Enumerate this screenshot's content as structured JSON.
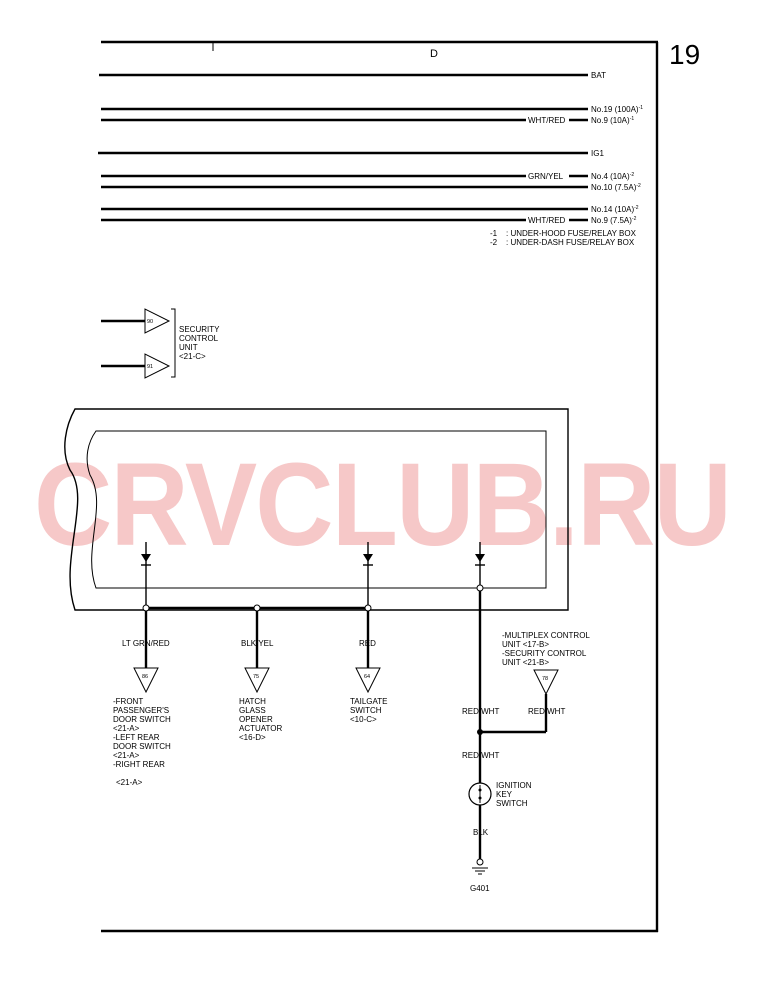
{
  "page": {
    "number": "19",
    "column_letter": "D",
    "column_marker": "I"
  },
  "watermark": "CRVCLUB.RU",
  "power_rails": [
    {
      "label": "BAT",
      "wire_color": "",
      "sup": ""
    },
    {
      "label": "No.19 (100A)",
      "wire_color": "",
      "sup": "-1"
    },
    {
      "label": "No.9 (10A)",
      "wire_color": "WHT/RED",
      "sup": "-1"
    },
    {
      "label": "IG1",
      "wire_color": "",
      "sup": ""
    },
    {
      "label": "No.4 (10A)",
      "wire_color": "GRN/YEL",
      "sup": "-2"
    },
    {
      "label": "No.10 (7.5A)",
      "wire_color": "",
      "sup": "-2"
    },
    {
      "label": "No.14 (10A)",
      "wire_color": "",
      "sup": "-2"
    },
    {
      "label": "No.9 (7.5A)",
      "wire_color": "WHT/RED",
      "sup": "-2"
    }
  ],
  "legend": [
    {
      "key": "-1",
      "text": ": UNDER-HOOD FUSE/RELAY BOX"
    },
    {
      "key": "-2",
      "text": ": UNDER-DASH FUSE/RELAY BOX"
    }
  ],
  "security_unit": {
    "connectors": [
      "90",
      "91"
    ],
    "lines": [
      "SECURITY",
      "CONTROL",
      "UNIT",
      "<21-C>"
    ]
  },
  "branches": [
    {
      "wire": "LT GRN/RED",
      "connector": "86",
      "dest": [
        "-FRONT",
        "PASSENGER'S",
        "DOOR SWITCH",
        "<21-A>",
        "-LEFT REAR",
        "DOOR SWITCH",
        "<21-A>",
        "-RIGHT REAR",
        "",
        "<21-A>"
      ]
    },
    {
      "wire": "BLK/YEL",
      "connector": "75",
      "dest": [
        "HATCH",
        "GLASS",
        "OPENER",
        "ACTUATOR",
        "<16-D>"
      ]
    },
    {
      "wire": "RED",
      "connector": "64",
      "dest": [
        "TAILGATE",
        "SWITCH",
        "<10-C>"
      ]
    }
  ],
  "multiplex": {
    "lines": [
      "-MULTIPLEX CONTROL",
      "UNIT <17-B>",
      "-SECURITY CONTROL",
      "UNIT <21-B>"
    ],
    "connector": "78",
    "wire": "RED/WHT"
  },
  "ignition": {
    "wire_upper": "RED/WHT",
    "wire_joined": "RED/WHT",
    "switch_lines": [
      "IGNITION",
      "KEY",
      "SWITCH"
    ],
    "ground_wire": "BLK",
    "ground": "G401"
  }
}
